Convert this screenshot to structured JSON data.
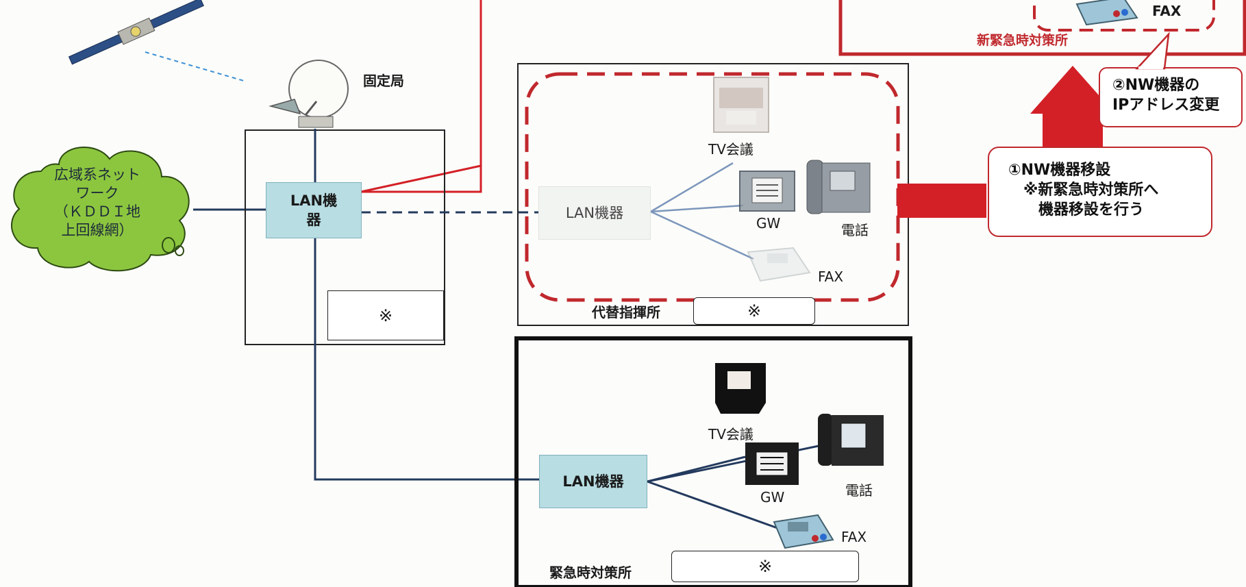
{
  "colors": {
    "red": "#d32027",
    "navy": "#233a5e",
    "cloud": "#8cc63f",
    "lan_box": "#b8dde3"
  },
  "labels": {
    "fixed_station": "固定局",
    "cloud_text": "広域系ネット\nワーク\n（ＫＤＤＩ地\n上回線網）",
    "lan_fixed": "LAN機\n器",
    "lan_alt": "LAN機器",
    "lan_emergency": "LAN機器",
    "tv_alt": "TV会議",
    "gw_alt": "GW",
    "phone_alt": "電話",
    "fax_alt": "FAX",
    "tv_em": "TV会議",
    "gw_em": "GW",
    "phone_em": "電話",
    "fax_em": "FAX",
    "fax_new": "FAX",
    "new_emergency_office": "新緊急時対策所",
    "alt_command_post": "代替指揮所",
    "emergency_office": "緊急時対策所",
    "note_mark": "※",
    "callout_1": "①NW機器移設\n　※新緊急時対策所へ\n　　機器移設を行う",
    "callout_2": "②NW機器の\nIPアドレス変更"
  },
  "icons": [
    "satellite-icon",
    "dish-antenna-icon",
    "video-conference-icon",
    "gateway-icon",
    "desk-phone-icon",
    "fax-machine-icon",
    "cloud-icon",
    "arrow-up-icon",
    "arrow-right-icon"
  ]
}
